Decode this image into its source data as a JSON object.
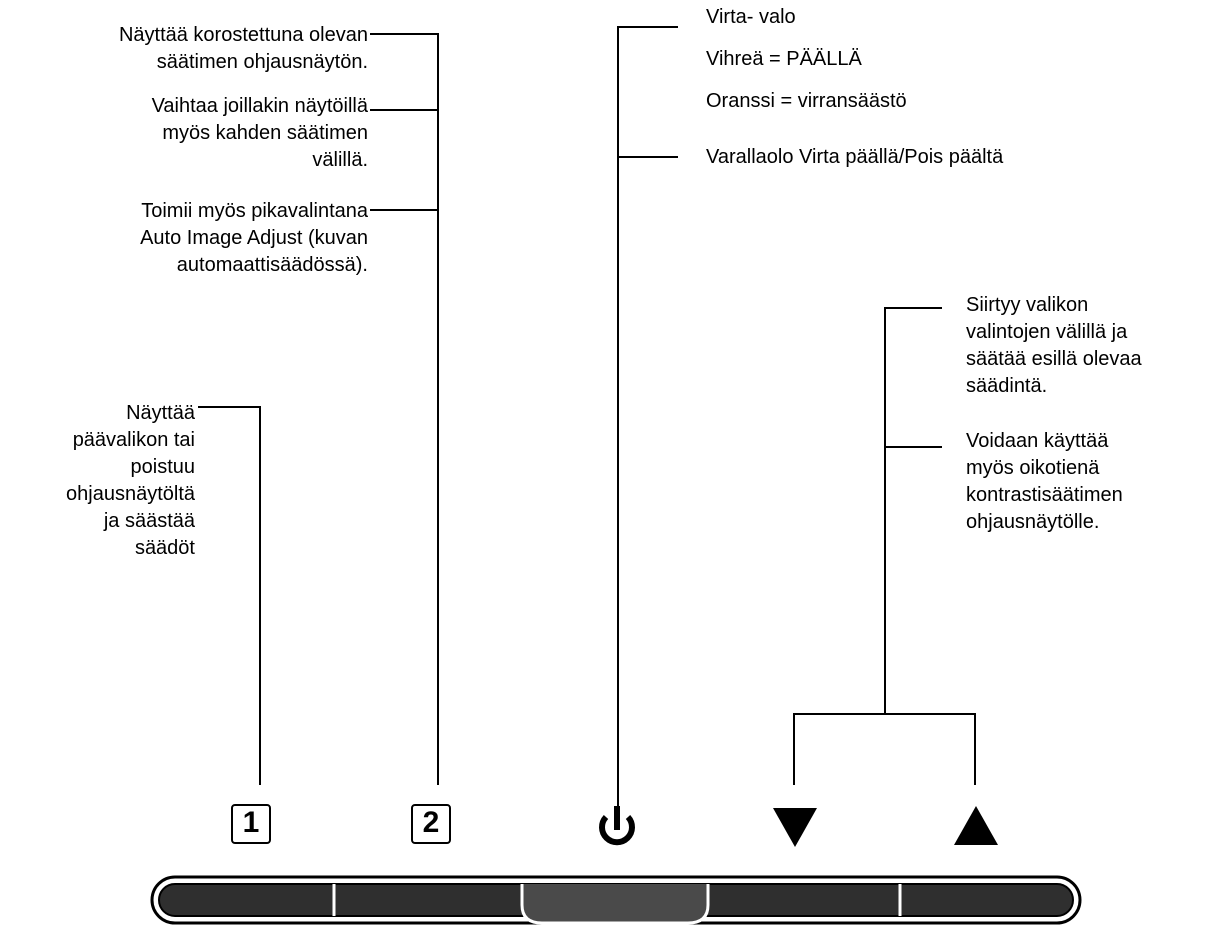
{
  "button2_notes": {
    "line1": "Näyttää korostettuna olevan\nsäätimen ohjausnäytön.",
    "line2": "Vaihtaa joillakin näytöillä\nmyös kahden säätimen\nvälillä.",
    "line3": "Toimii myös pikavalintana\nAuto Image Adjust (kuvan\nautomaattisäädössä)."
  },
  "button1_note": "Näyttää\npäävalikon tai\npoistuu\nohjausnäytöltä\nja säästää\nsäädöt",
  "power_notes": {
    "light": "Virta- valo",
    "green": "Vihreä = PÄÄLLÄ",
    "orange": "Oranssi = virransäästö",
    "standby": "Varallaolo Virta päällä/Pois päältä"
  },
  "arrow_notes": {
    "navigate": "Siirtyy valikon\nvalintojen välillä ja\nsäätää esillä olevaa\nsäädintä.",
    "shortcut": "Voidaan käyttää\nmyös oikotienä\nkontrastisäätimen\nohjausnäytölle."
  },
  "buttons": {
    "one": "1",
    "two": "2",
    "power": "power-icon",
    "down": "down-arrow-icon",
    "up": "up-arrow-icon"
  }
}
